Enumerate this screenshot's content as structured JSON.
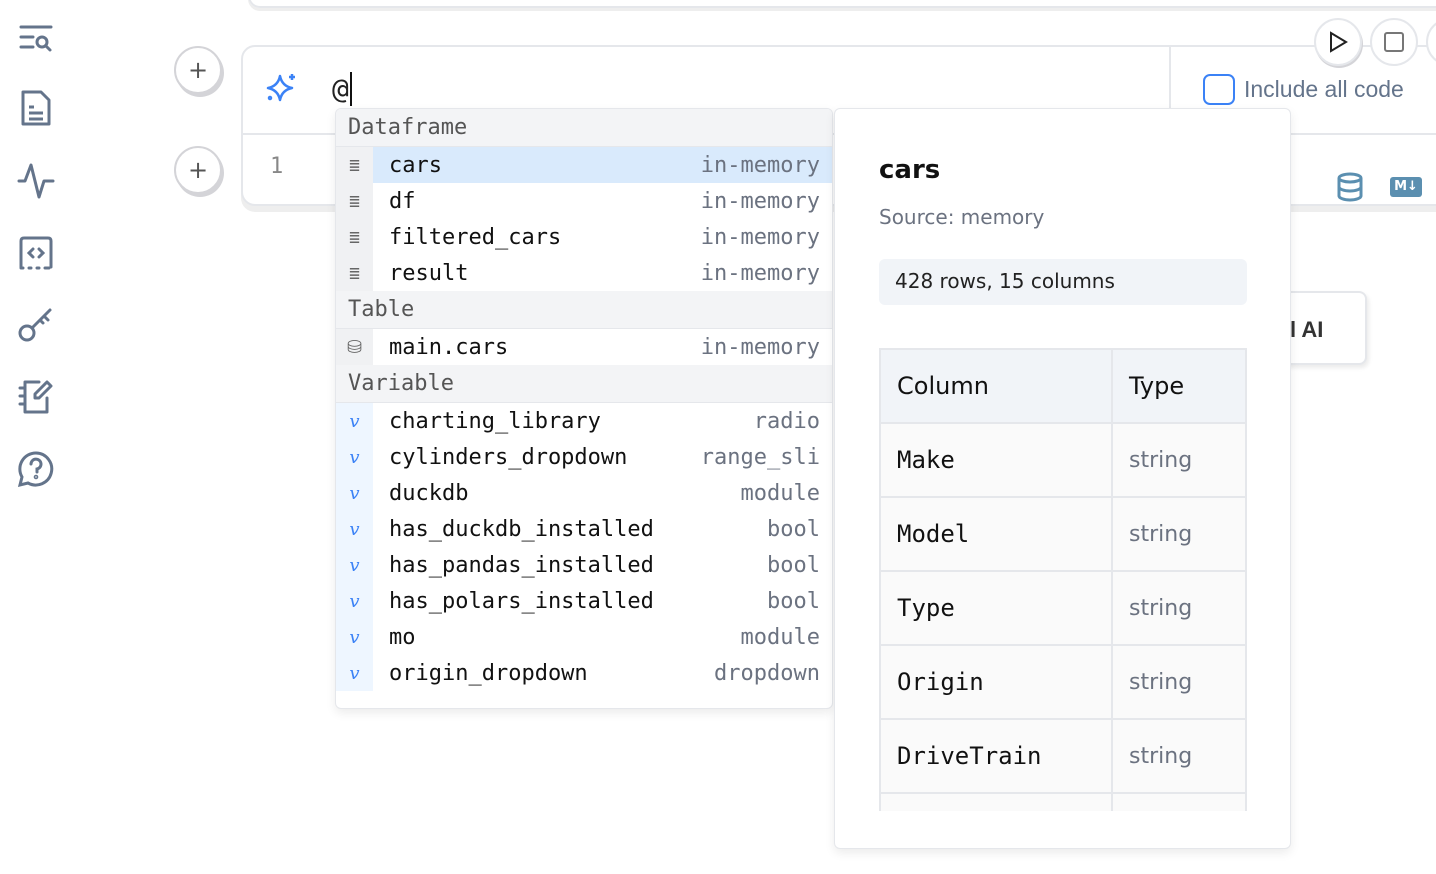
{
  "editor": {
    "input_value": "@",
    "line_number": "1",
    "include_all_code": "Include all code",
    "ai_button_partial": "l AI"
  },
  "sidebar": [
    "outline-icon",
    "file-text-icon",
    "activity-icon",
    "code-icon",
    "key-icon",
    "notebook-pen-icon",
    "help-icon"
  ],
  "dropdown": {
    "sections": [
      {
        "title": "Dataframe",
        "icon": "table-icon",
        "items": [
          {
            "name": "cars",
            "type": "in-memory",
            "selected": true
          },
          {
            "name": "df",
            "type": "in-memory"
          },
          {
            "name": "filtered_cars",
            "type": "in-memory"
          },
          {
            "name": "result",
            "type": "in-memory"
          }
        ]
      },
      {
        "title": "Table",
        "icon": "database-icon",
        "items": [
          {
            "name": "main.cars",
            "type": "in-memory"
          }
        ]
      },
      {
        "title": "Variable",
        "icon": "variable-icon",
        "items": [
          {
            "name": "charting_library",
            "type": "radio"
          },
          {
            "name": "cylinders_dropdown",
            "type": "range_sli"
          },
          {
            "name": "duckdb",
            "type": "module"
          },
          {
            "name": "has_duckdb_installed",
            "type": "bool"
          },
          {
            "name": "has_pandas_installed",
            "type": "bool"
          },
          {
            "name": "has_polars_installed",
            "type": "bool"
          },
          {
            "name": "mo",
            "type": "module"
          },
          {
            "name": "origin_dropdown",
            "type": "dropdown"
          }
        ]
      }
    ]
  },
  "info": {
    "title": "cars",
    "source": "Source: memory",
    "stats": "428 rows, 15 columns",
    "headers": [
      "Column",
      "Type"
    ],
    "rows": [
      [
        "Make",
        "string"
      ],
      [
        "Model",
        "string"
      ],
      [
        "Type",
        "string"
      ],
      [
        "Origin",
        "string"
      ],
      [
        "DriveTrain",
        "string"
      ]
    ]
  },
  "colors": {
    "accent": "#3b82f6",
    "selected": "#d9eafc",
    "icon": "#64748b"
  }
}
